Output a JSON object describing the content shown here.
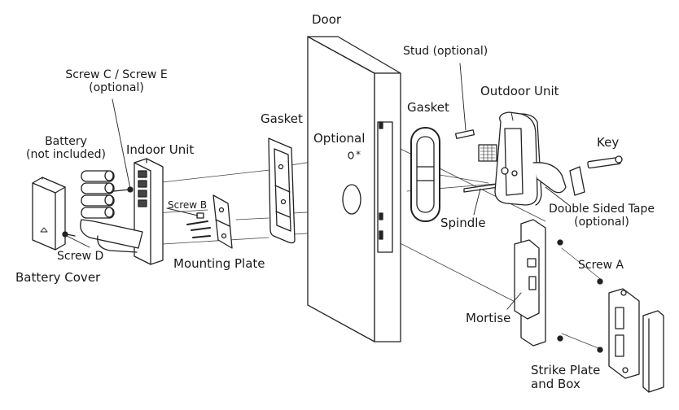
{
  "labels": {
    "door": "Door",
    "stud": "Stud (optional)",
    "outdoor_unit": "Outdoor Unit",
    "gasket_outdoor": "Gasket",
    "screw_ce_line1": "Screw C / Screw E",
    "screw_ce_line2": "(optional)",
    "battery_line1": "Battery",
    "battery_line2": "(not included)",
    "indoor_unit": "Indoor Unit",
    "gasket_indoor": "Gasket",
    "optional": "Optional",
    "optional_marker": "*",
    "key": "Key",
    "screw_b": "Screw B",
    "double_tape_line1": "Double Sided Tape",
    "double_tape_line2": "(optional)",
    "spindle": "Spindle",
    "screw_d": "Screw D",
    "mounting_plate": "Mounting Plate",
    "battery_cover": "Battery Cover",
    "screw_a": "Screw A",
    "mortise": "Mortise",
    "strike_line1": "Strike Plate",
    "strike_line2": "and Box"
  }
}
